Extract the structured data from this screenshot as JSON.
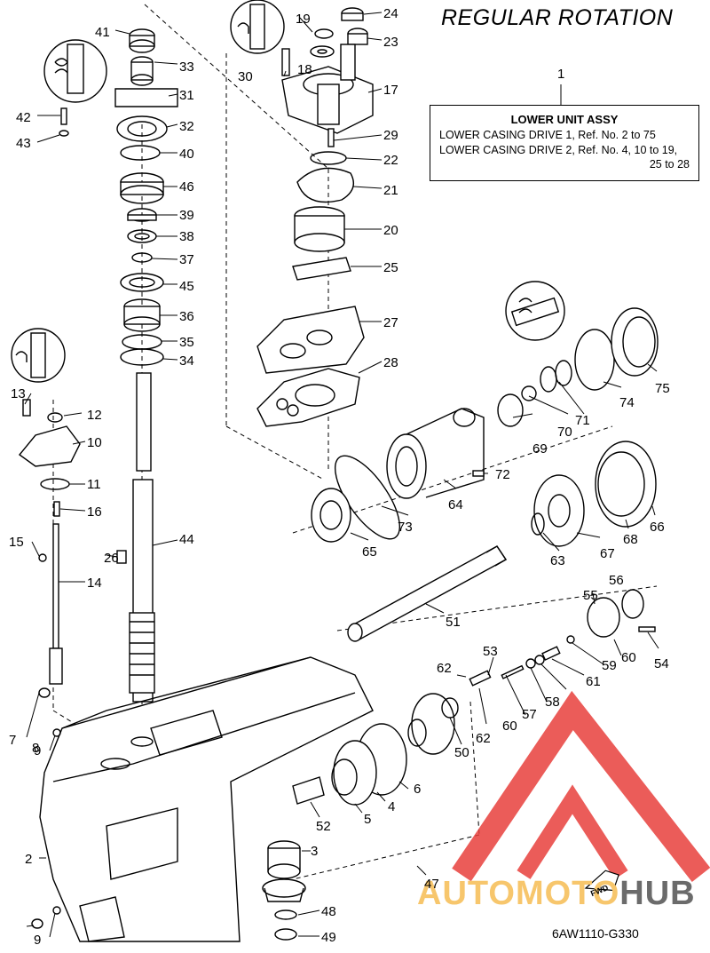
{
  "header": {
    "title": "REGULAR ROTATION"
  },
  "info_box": {
    "ref": "1",
    "heading": "LOWER UNIT ASSY",
    "line1": "LOWER CASING DRIVE 1, Ref. No. 2 to 75",
    "line2": "LOWER CASING DRIVE 2, Ref. No. 4, 10 to 19,",
    "line3": "25 to 28"
  },
  "footer": {
    "diagram_code": "6AW1110-G330"
  },
  "watermark": {
    "part1": "AUTOMOTO",
    "part2": "HUB",
    "fwd": "FWD"
  },
  "callouts": [
    "2",
    "3",
    "4",
    "5",
    "6",
    "7",
    "8",
    "9",
    "9",
    "10",
    "11",
    "12",
    "13",
    "14",
    "15",
    "16",
    "17",
    "18",
    "19",
    "20",
    "21",
    "22",
    "23",
    "24",
    "25",
    "26",
    "27",
    "28",
    "29",
    "30",
    "31",
    "32",
    "33",
    "34",
    "35",
    "36",
    "37",
    "38",
    "39",
    "40",
    "41",
    "42",
    "43",
    "44",
    "45",
    "46",
    "47",
    "48",
    "49",
    "50",
    "51",
    "52",
    "53",
    "54",
    "55",
    "56",
    "57",
    "58",
    "59",
    "60",
    "60",
    "61",
    "62",
    "62",
    "63",
    "64",
    "65",
    "66",
    "67",
    "68",
    "69",
    "70",
    "71",
    "72",
    "73",
    "74",
    "75"
  ],
  "colors": {
    "line": "#000000",
    "watermark_red": "#e8403c",
    "watermark_orange": "#f7c66c",
    "watermark_grey": "#6b6b6b"
  }
}
